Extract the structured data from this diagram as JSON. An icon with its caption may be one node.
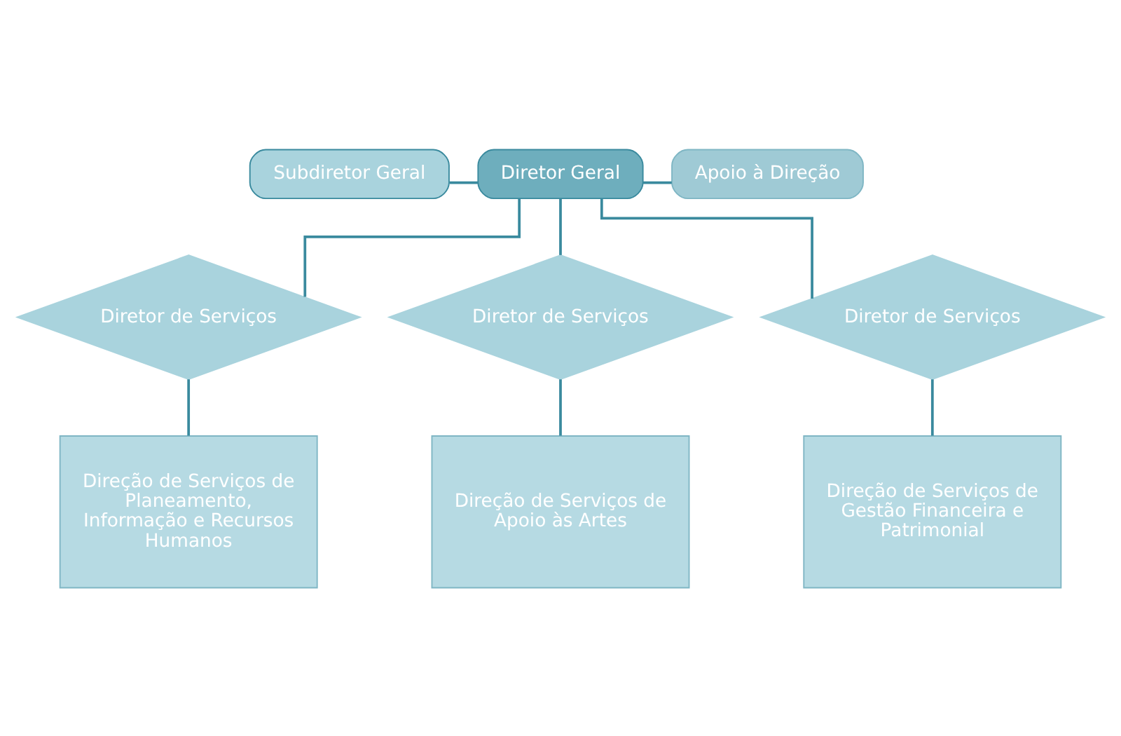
{
  "diagram": {
    "nodes": [
      {
        "text": [
          "Diretor Geral"
        ]
      },
      {
        "text": [
          "Subdiretor Geral"
        ]
      },
      {
        "text": [
          "Apoio à Direção"
        ]
      },
      {
        "text": [
          "Diretor de Serviços"
        ]
      },
      {
        "text": [
          "Diretor de Serviços"
        ]
      },
      {
        "text": [
          "Diretor de Serviços"
        ]
      },
      {
        "text": [
          "Direção de Serviços de Planeamento, Informação e Recursos Humanos"
        ]
      },
      {
        "text": [
          "Direção de Serviços de Apoio às Artes"
        ]
      },
      {
        "text": [
          "Direção de Serviços de Gestão Financeira e Patrimonial"
        ]
      }
    ],
    "edges": [
      {
        "from": 0,
        "to": 1,
        "arrow": "none"
      },
      {
        "from": 0,
        "to": 2,
        "arrow": "none"
      },
      {
        "from": 0,
        "to": 3,
        "arrow": "none"
      },
      {
        "from": 0,
        "to": 4,
        "arrow": "none"
      },
      {
        "from": 0,
        "to": 5,
        "arrow": "none"
      },
      {
        "from": 3,
        "to": 6,
        "arrow": "none"
      },
      {
        "from": 4,
        "to": 7,
        "arrow": "none"
      },
      {
        "from": 5,
        "to": 8,
        "arrow": "none"
      }
    ]
  }
}
